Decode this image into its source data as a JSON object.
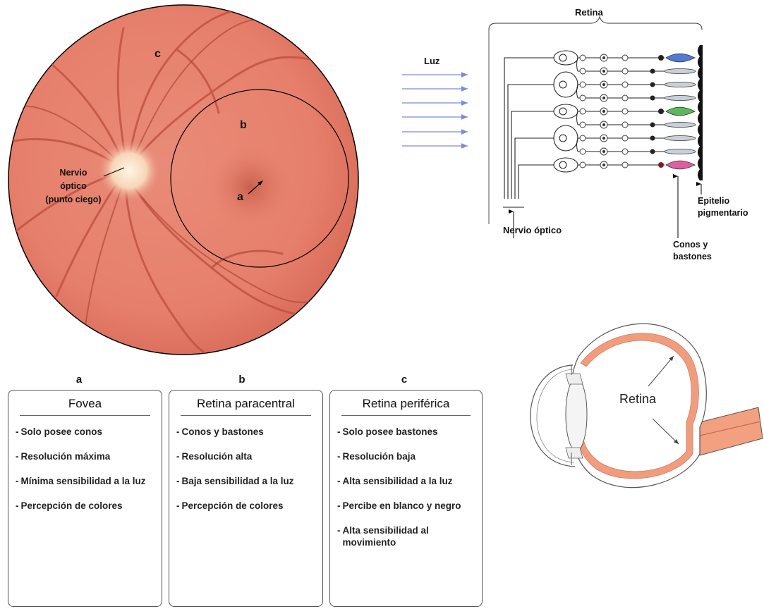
{
  "fundus": {
    "label_a": "a",
    "label_b": "b",
    "label_c": "c",
    "optic_nerve_line1": "Nervio",
    "optic_nerve_line2": "óptico",
    "optic_nerve_line3": "(punto ciego)"
  },
  "retina_diagram": {
    "title": "Retina",
    "light_label": "Luz",
    "optic_nerve_label": "Nervio óptico",
    "epithelium_line1": "Epitelio",
    "epithelium_line2": "pigmentario",
    "receptors_line1": "Conos y",
    "receptors_line2": "bastones"
  },
  "eye": {
    "retina_label": "Retina"
  },
  "boxes": [
    {
      "letter": "a",
      "title": "Fovea",
      "items": [
        "Solo posee conos",
        "Resolución máxima",
        "Mínima sensibilidad a la luz",
        "Percepción de colores"
      ]
    },
    {
      "letter": "b",
      "title": "Retina paracentral",
      "items": [
        "Conos y bastones",
        "Resolución alta",
        "Baja sensibilidad a  la luz",
        "Percepción de colores"
      ]
    },
    {
      "letter": "c",
      "title": "Retina periférica",
      "items": [
        "Solo posee bastones",
        "Resolución baja",
        "Alta sensibilidad a la luz",
        "Percibe en blanco y negro",
        "Alta sensibilidad al movimiento"
      ]
    }
  ]
}
